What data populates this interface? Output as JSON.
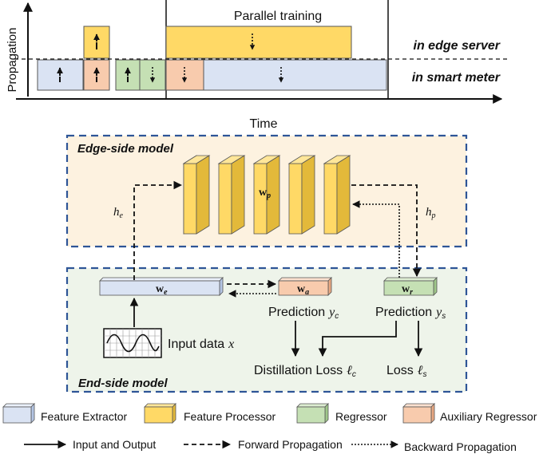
{
  "timeline": {
    "y_axis_label": "Propagation",
    "x_axis_label": "Time",
    "parallel_label": "Parallel training",
    "edge_lane_label": "in edge server",
    "meter_lane_label": "in smart meter"
  },
  "edge_model": {
    "title": "Edge-side model",
    "processor_weight": "w",
    "processor_weight_sub": "p",
    "input_hidden": "h",
    "input_hidden_sub": "e",
    "output_hidden": "h",
    "output_hidden_sub": "p"
  },
  "end_model": {
    "title": "End-side model",
    "extractor_weight": "w",
    "extractor_weight_sub": "e",
    "aux_weight": "w",
    "aux_weight_sub": "a",
    "reg_weight": "w",
    "reg_weight_sub": "r",
    "prediction_c": "Prediction",
    "prediction_c_var": "y",
    "prediction_c_sub": "c",
    "prediction_s": "Prediction",
    "prediction_s_var": "y",
    "prediction_s_sub": "s",
    "input_label": "Input data",
    "input_var": "x",
    "distill_loss": "Distillation Loss",
    "distill_var": "ℓ",
    "distill_sub": "c",
    "loss": "Loss",
    "loss_var": "ℓ",
    "loss_sub": "s"
  },
  "legend": {
    "feature_extractor": "Feature Extractor",
    "feature_processor": "Feature Processor",
    "regressor": "Regressor",
    "auxiliary_regressor": "Auxiliary Regressor",
    "input_output": "Input and Output",
    "forward": "Forward Propagation",
    "backward": "Backward Propagation"
  },
  "colors": {
    "extractor_fill": "#dae3f3",
    "processor_fill": "#ffd966",
    "regressor_fill": "#c5e0b4",
    "aux_fill": "#f8cbad",
    "edge_bg": "#fdf2e0",
    "end_bg": "#eef4ea",
    "frame_dash": "#2e5597"
  }
}
